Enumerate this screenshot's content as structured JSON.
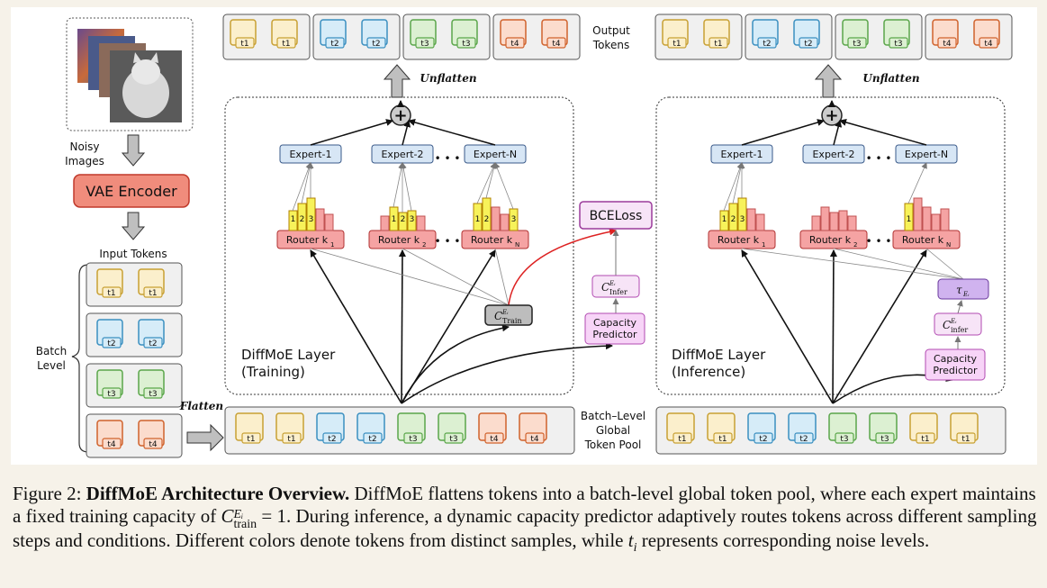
{
  "left_panel": {
    "noisy_images_label": "Noisy Images",
    "vae_encoder_label": "VAE Encoder",
    "input_tokens_label": "Input Tokens",
    "batch_level_label": "Batch Level",
    "flatten_label": "Flatten"
  },
  "tokens": {
    "t1": "t1",
    "t2": "t2",
    "t3": "t3",
    "t4": "t4",
    "colors": {
      "t1": "#c8a033",
      "t2": "#3a8fc0",
      "t3": "#5aa64a",
      "t4": "#d0622c"
    },
    "fills": {
      "t1": "#fbefcc",
      "t2": "#d6ecf8",
      "t3": "#dcf0d2",
      "t4": "#fbdccd"
    }
  },
  "training": {
    "output_tokens_label": "Output Tokens",
    "unflatten_label": "Unflatten",
    "experts": [
      "Expert-1",
      "Expert-2",
      "Expert-N"
    ],
    "ellipsis": "• • •",
    "routers": [
      "Router k",
      "Router k",
      "Router k"
    ],
    "router_subs": [
      "1",
      "2",
      "N"
    ],
    "rank_labels": [
      "1",
      "2",
      "3"
    ],
    "layer_title": "DiffMoE Layer",
    "layer_mode": "(Training)",
    "c_train": "C",
    "c_train_sub": "Train",
    "c_train_sup": "Eᵢ",
    "bceloss": "BCELoss",
    "c_infer": "C",
    "c_infer_sub": "Infer",
    "c_infer_sup": "Eᵢ",
    "capacity_predictor": [
      "Capacity",
      "Predictor"
    ],
    "pool_label": [
      "Batch–Level",
      "Global",
      "Token Pool"
    ]
  },
  "inference": {
    "unflatten_label": "Unflatten",
    "experts": [
      "Expert-1",
      "Expert-2",
      "Expert-N"
    ],
    "routers": [
      "Router k",
      "Router k",
      "Router k"
    ],
    "router_subs": [
      "1",
      "2",
      "N"
    ],
    "layer_title": "DiffMoE Layer",
    "layer_mode": "(Inference)",
    "tau": "τ",
    "tau_sub": "Eᵢ",
    "c_infer": "C",
    "c_infer_sub": "infer",
    "c_infer_sup": "Eᵢ",
    "capacity_predictor": [
      "Capacity",
      "Predictor"
    ]
  },
  "caption": {
    "prefix": "Figure 2: ",
    "bold": "DiffMoE Architecture Overview.",
    "text1": " DiffMoE flattens tokens into a batch-level global token pool, where each expert maintains a fixed training capacity of ",
    "math_c": "C",
    "math_sup": "Eᵢ",
    "math_sub": "train",
    "math_eq": " = 1",
    "text2": ". During inference, a dynamic capacity predictor adaptively routes tokens across different sampling steps and conditions. Different colors denote tokens from distinct samples, while ",
    "ti": "t",
    "ti_sub": "i",
    "text3": " represents corresponding noise levels."
  }
}
